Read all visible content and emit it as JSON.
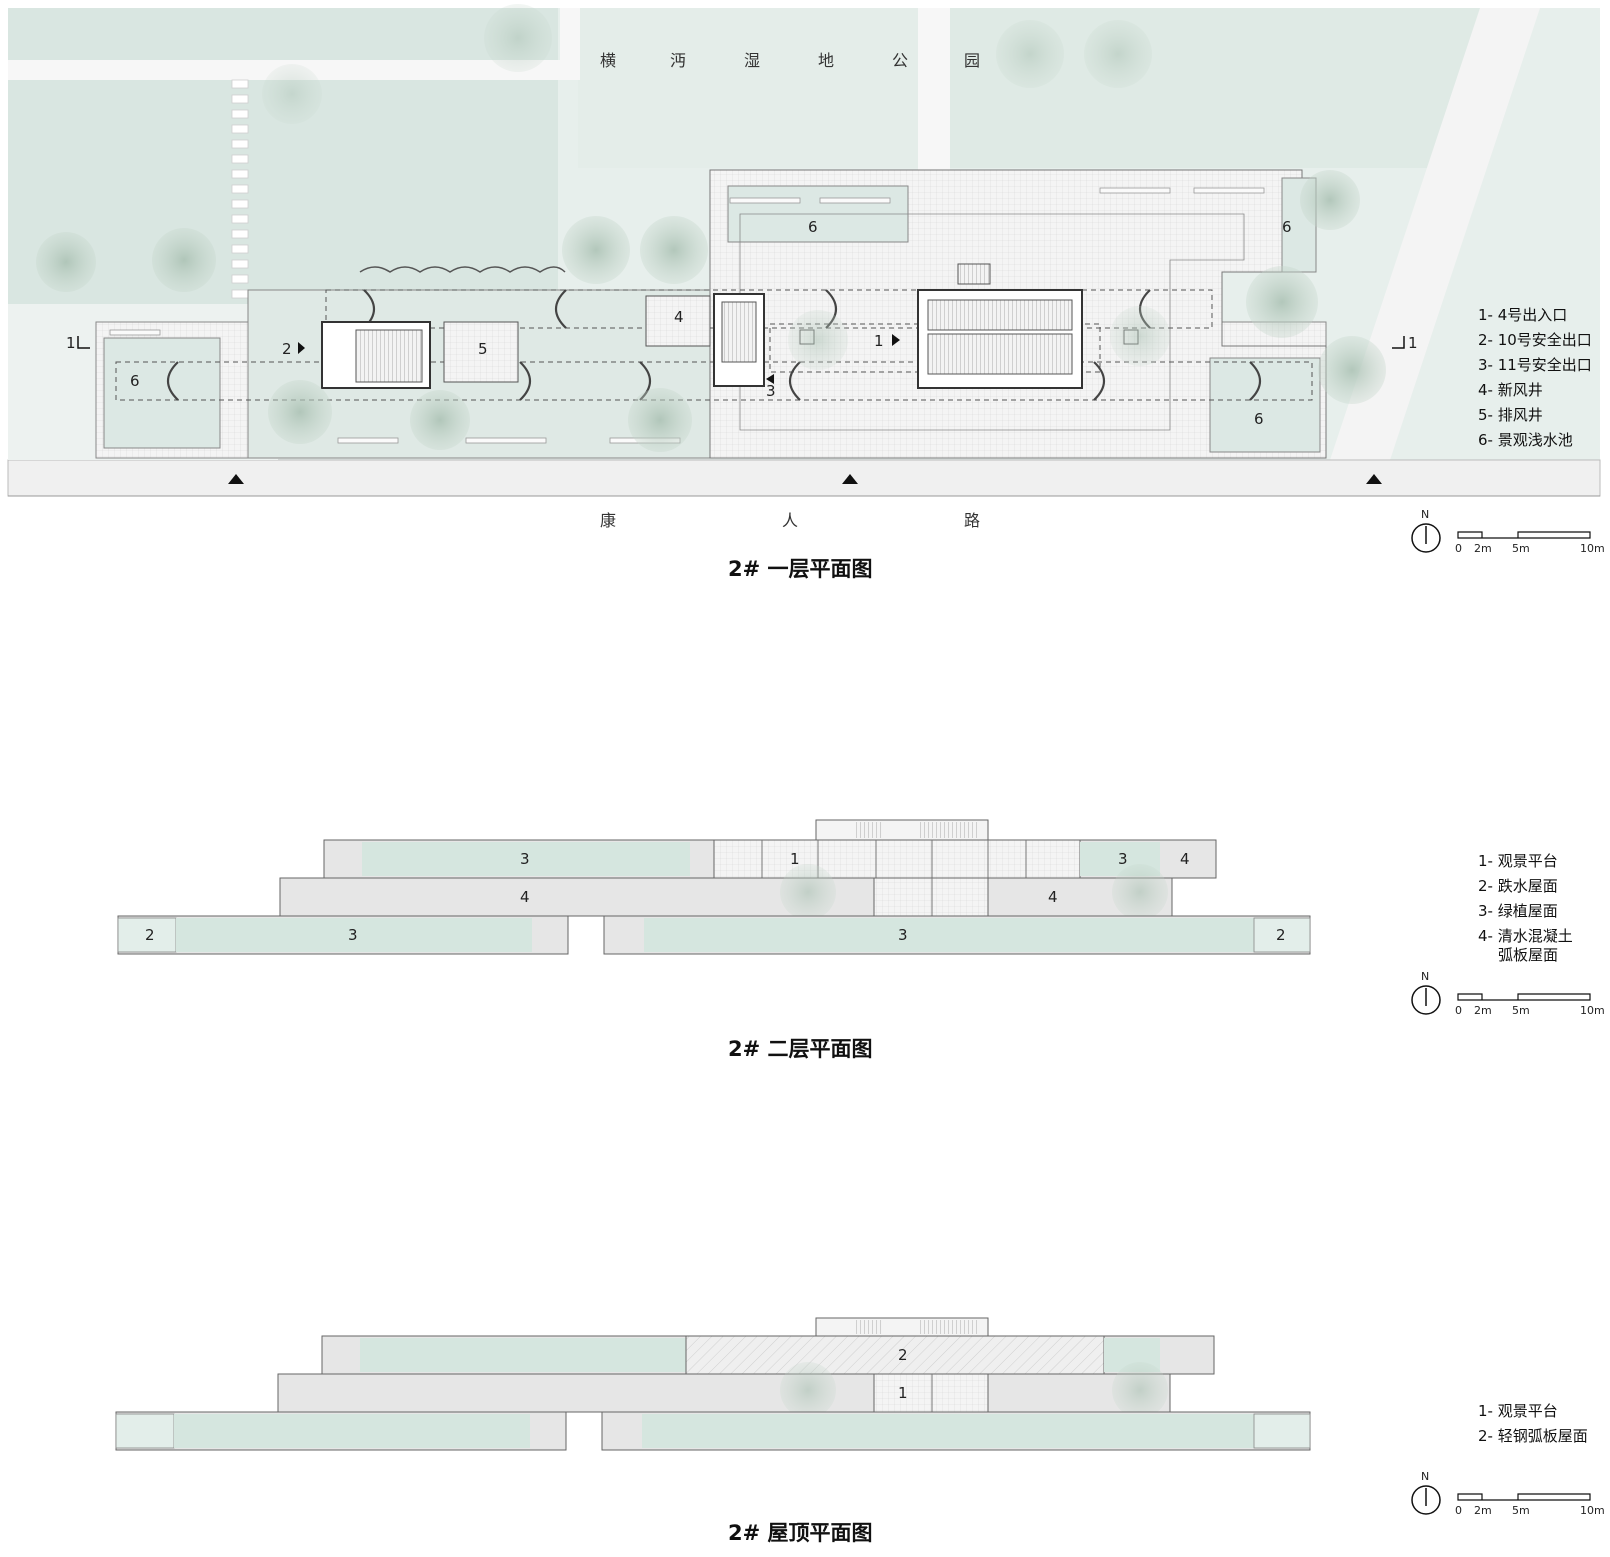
{
  "plan1": {
    "park_chars": [
      "横",
      "沔",
      "湿",
      "地",
      "公",
      "园"
    ],
    "road_chars": [
      "康",
      "人",
      "路"
    ],
    "title": "2# 一层平面图",
    "section_mark": "1",
    "labels": {
      "a1": "1",
      "a2": "2",
      "a3": "3",
      "a4": "4",
      "a5": "5",
      "a6a": "6",
      "a6b": "6",
      "a6c": "6",
      "a6d": "6"
    },
    "legend": [
      "1- 4号出入口",
      "2- 10号安全出口",
      "3- 11号安全出口",
      "4- 新风井",
      "5- 排风井",
      "6- 景观浅水池"
    ]
  },
  "plan2": {
    "title": "2# 二层平面图",
    "labels": {
      "r1": "1",
      "r3a": "3",
      "r3b": "3",
      "r4a": "4",
      "r4b": "4",
      "r4c": "4",
      "r3c": "3",
      "r3d": "3",
      "r2a": "2",
      "r2b": "2"
    },
    "legend": [
      "1- 观景平台",
      "2- 跌水屋面",
      "3- 绿植屋面",
      "4- 清水混凝土",
      "弧板屋面"
    ]
  },
  "plan3": {
    "title": "2# 屋顶平面图",
    "labels": {
      "t1": "1",
      "t2": "2"
    },
    "legend": [
      "1- 观景平台",
      "2- 轻钢弧板屋面"
    ]
  },
  "scale": {
    "north": "N",
    "ticks": [
      "0",
      "2m",
      "5m",
      "10m"
    ]
  },
  "colors": {
    "green": "#cfe1da",
    "green_light": "#e3eeea",
    "gray": "#e4e4e4",
    "line": "#555555",
    "tree": "#b7c9bd"
  }
}
